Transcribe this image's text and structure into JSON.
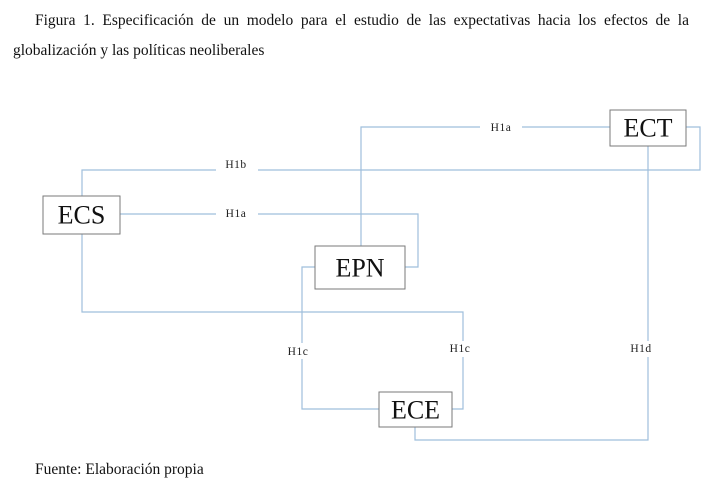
{
  "caption": "Figura 1. Especificación de un modelo para el estudio de las expectativas hacia los efectos de la globalización y las políticas neoliberales",
  "source": "Fuente: Elaboración propia",
  "nodes": {
    "ecs": "ECS",
    "ect": "ECT",
    "epn": "EPN",
    "ece": "ECE"
  },
  "edges": {
    "ecs_ect": "H1b",
    "ecs_epn": "H1a",
    "ect_epn": "H1a",
    "ecs_ece": "H1c",
    "epn_ece": "H1c",
    "ect_ece": "H1d"
  },
  "colors": {
    "edge": "#9fbfdc",
    "box_border": "#7a7a7a"
  }
}
